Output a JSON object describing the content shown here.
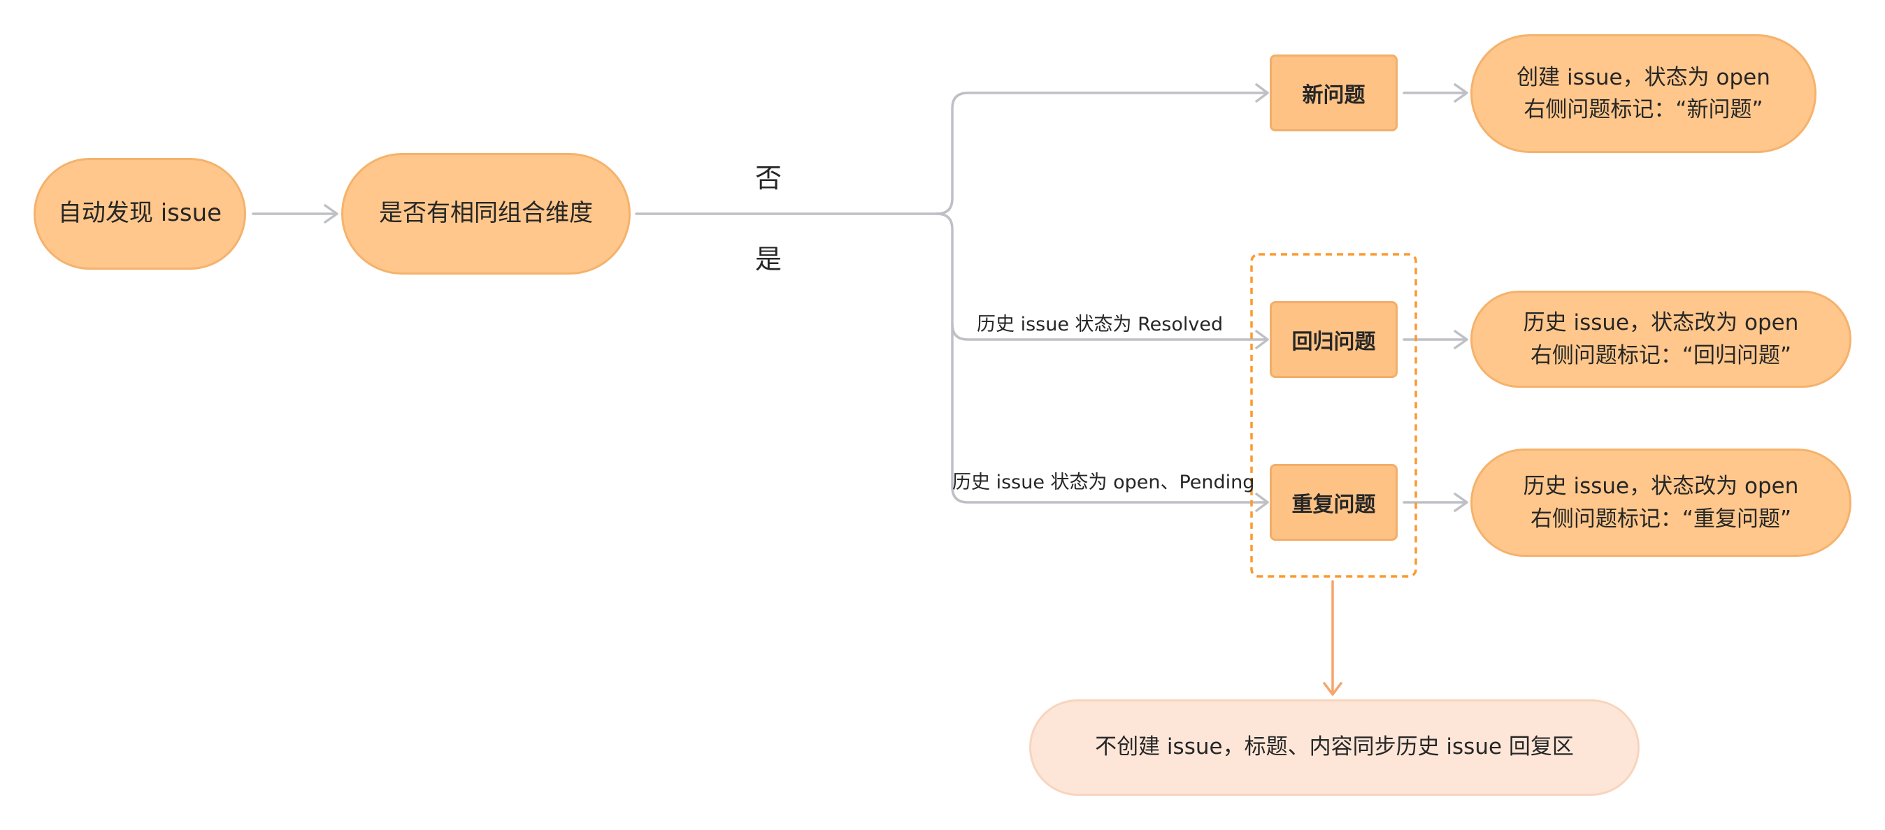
{
  "nodes": {
    "start": "自动发现 issue",
    "decision": "是否有相同组合维度",
    "new_issue": "新问题",
    "regression_issue": "回归问题",
    "duplicate_issue": "重复问题",
    "new_result": {
      "line1": "创建 issue，状态为 open",
      "line2": "右侧问题标记：“新问题”"
    },
    "regression_result": {
      "line1": "历史 issue，状态改为 open",
      "line2": "右侧问题标记：“回归问题”"
    },
    "duplicate_result": {
      "line1": "历史 issue，状态改为 open",
      "line2": "右侧问题标记：“重复问题”"
    },
    "no_create": "不创建 issue，标题、内容同步历史 issue 回复区"
  },
  "labels": {
    "branch_no": "否",
    "branch_yes": "是",
    "edge_resolved": "历史 issue 状态为 Resolved",
    "edge_open_pending": "历史 issue 状态为 open、Pending"
  },
  "colors": {
    "node_fill": "#ffc78b",
    "node_border": "#f5b26c",
    "connector": "#bfc0c6",
    "dashed_group": "#fb9a2f",
    "orange_arrow": "#f6a46c",
    "bottom_fill": "#fde6d8"
  }
}
